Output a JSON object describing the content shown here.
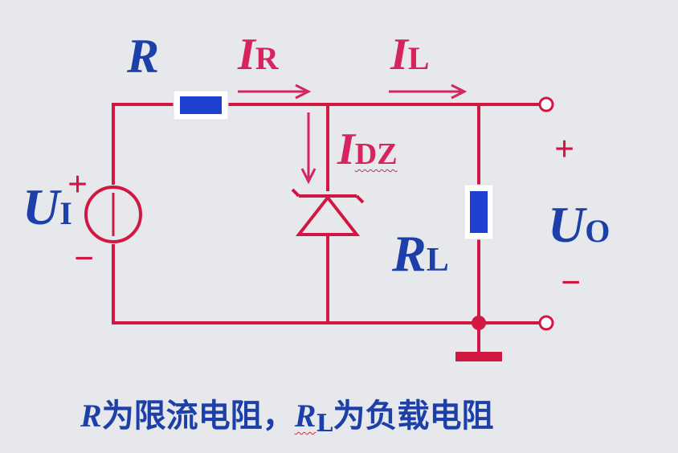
{
  "colors": {
    "wire": "#d01842",
    "component_fill": "#1f3fd0",
    "label_blue": "#1d3fa8",
    "current_pink": "#d6245e",
    "background": "#e6e8ec"
  },
  "labels": {
    "resistor_r": "R",
    "current_ir_main": "I",
    "current_ir_sub": "R",
    "current_il_main": "I",
    "current_il_sub": "L",
    "current_idz_main": "I",
    "current_idz_sub": "DZ",
    "source_main": "U",
    "source_sub": "I",
    "source_plus": "+",
    "source_minus": "−",
    "load_main": "R",
    "load_sub": "L",
    "output_main": "U",
    "output_sub": "O",
    "output_plus": "+",
    "output_minus": "−"
  },
  "caption": {
    "r_symbol": "R",
    "r_text": "为限流电阻，",
    "rl_symbol": "R",
    "rl_sub": "L",
    "rl_text": "为负载电阻"
  },
  "icons": {
    "voltage_source": "voltage-source-icon",
    "zener_diode": "zener-diode-icon",
    "resistor": "resistor-icon",
    "ground": "ground-icon",
    "terminal": "terminal-icon"
  }
}
